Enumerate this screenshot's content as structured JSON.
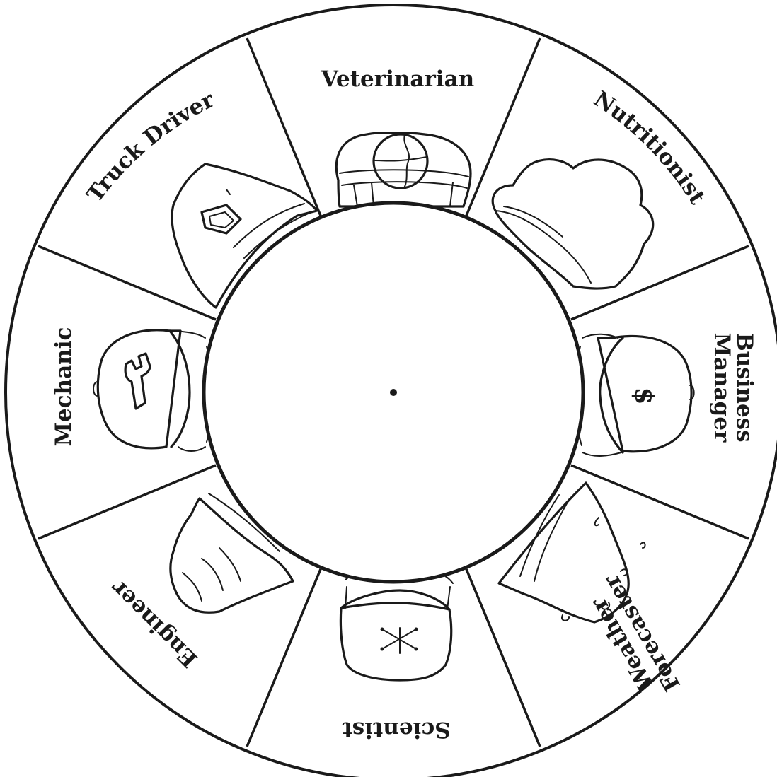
{
  "wheel": {
    "segments": [
      {
        "label": "Veterinarian",
        "hat": "cap-with-cross-icon"
      },
      {
        "label": "Nutritionist",
        "hat": "chef-hat-icon"
      },
      {
        "label": "Business Manager",
        "hat": "dollar-cap-icon"
      },
      {
        "label": "Weather Forecaster",
        "hat": "rain-hat-icon"
      },
      {
        "label": "Scientist",
        "hat": "atom-cap-icon"
      },
      {
        "label": "Engineer",
        "hat": "hard-hat-icon"
      },
      {
        "label": "Mechanic",
        "hat": "wrench-cap-icon"
      },
      {
        "label": "Truck Driver",
        "hat": "trucker-hat-icon"
      }
    ],
    "line_color": "#1a1a1a",
    "background": "#ffffff"
  }
}
